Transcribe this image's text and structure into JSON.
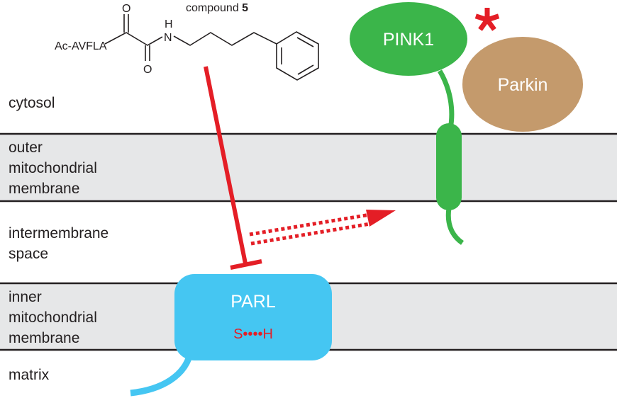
{
  "figure": {
    "colors": {
      "membrane_fill": "#e6e7e8",
      "membrane_line": "#231f20",
      "pink1": "#3bb54a",
      "parkin": "#c49a6c",
      "parl": "#45c6f2",
      "inhibitor": "#e41e26",
      "text": "#231f20"
    },
    "compartments": [
      {
        "id": "cytosol",
        "lines": [
          "cytosol"
        ]
      },
      {
        "id": "outer-membrane",
        "lines": [
          "outer",
          "mitochondrial",
          "membrane"
        ]
      },
      {
        "id": "intermembrane-space",
        "lines": [
          "intermembrane",
          "space"
        ]
      },
      {
        "id": "inner-membrane",
        "lines": [
          "inner",
          "mitochondrial",
          "membrane"
        ]
      },
      {
        "id": "matrix",
        "lines": [
          "matrix"
        ]
      }
    ],
    "compound": {
      "title_prefix": "compound ",
      "title_number": "5",
      "peptide": "Ac-AVFLA",
      "atoms": {
        "o_top": "O",
        "o_bottom": "O",
        "n": "N",
        "h": "H"
      }
    },
    "proteins": {
      "pink1": "PINK1",
      "parkin": "Parkin",
      "parl": "PARL",
      "parl_site": "S••••H"
    },
    "annotation": {
      "asterisk": "*"
    },
    "relations": [
      {
        "from": "compound 5",
        "to": "PARL",
        "type": "inhibition"
      },
      {
        "from": "PARL",
        "to": "PINK1",
        "type": "cleavage (dotted arrow)"
      }
    ]
  }
}
